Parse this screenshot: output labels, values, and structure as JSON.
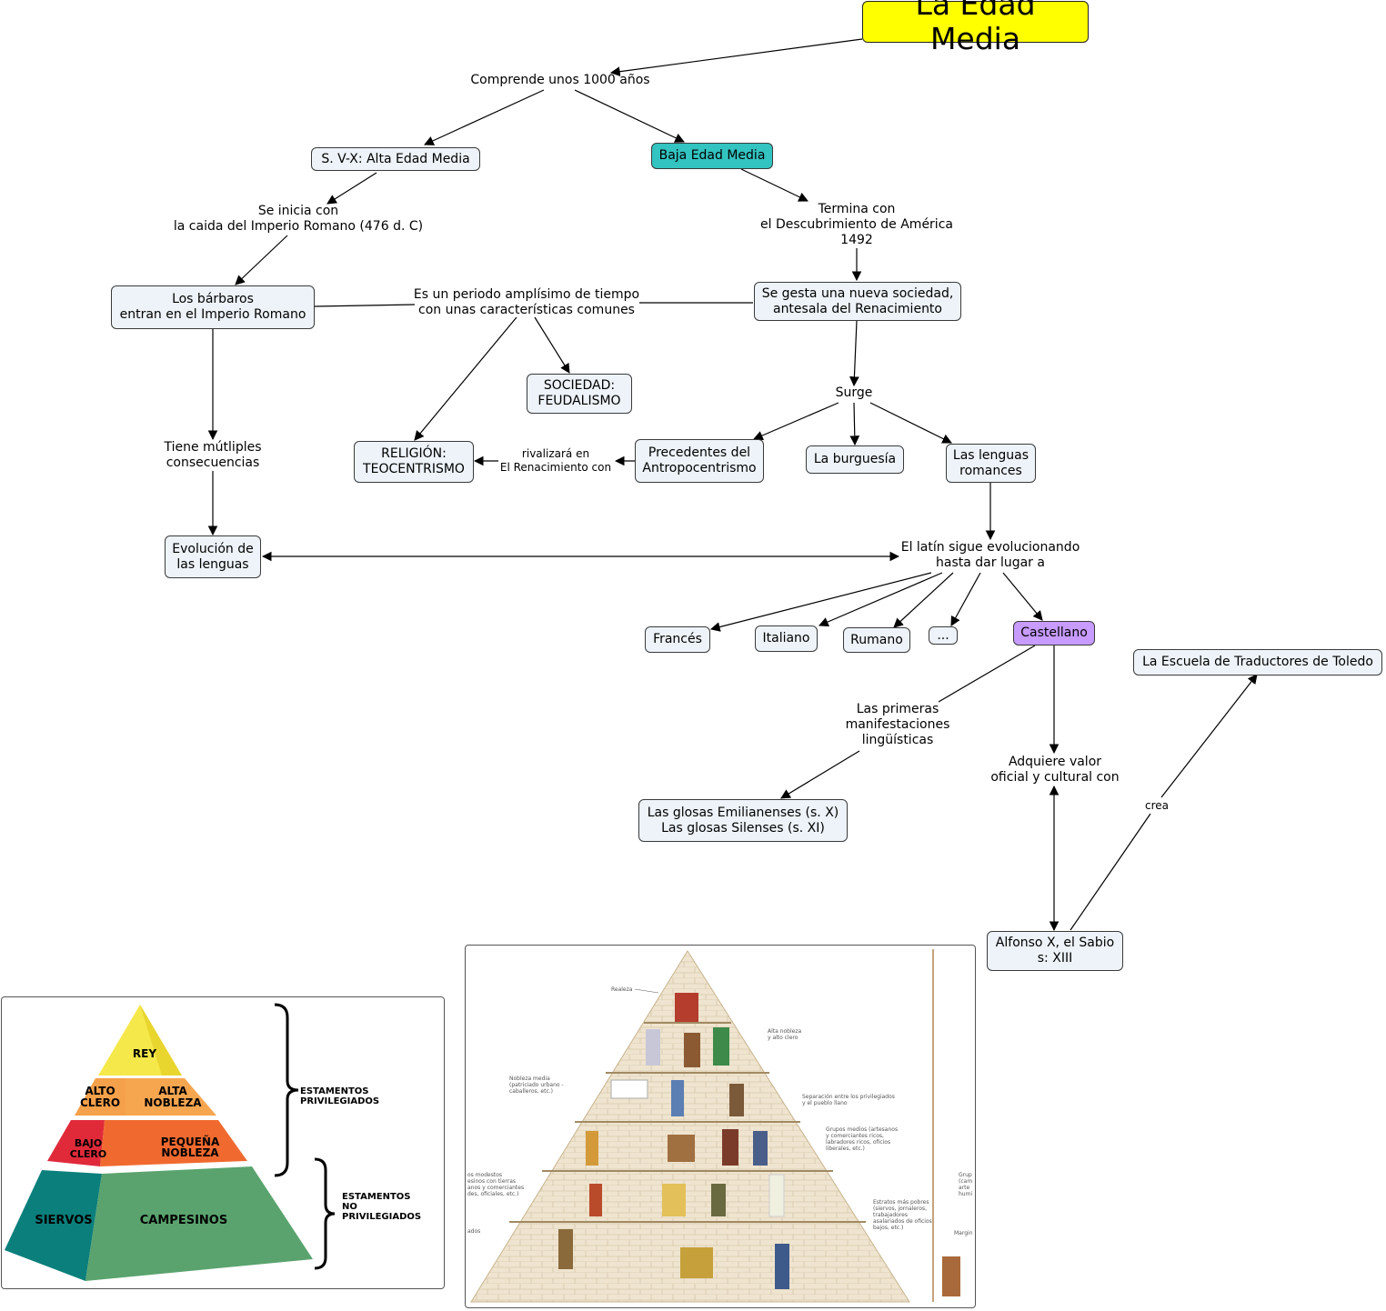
{
  "nodes": {
    "root": "La Edad Media",
    "alta": "S. V-X: Alta Edad Media",
    "baja": "Baja Edad Media",
    "barbaros": "Los bárbaros\nentran en el Imperio Romano",
    "nueva_sociedad": "Se gesta una nueva sociedad,\nantesala del Renacimiento",
    "sociedad": "SOCIEDAD:\nFEUDALISMO",
    "religion": "RELIGIÓN:\nTEOCENTRISMO",
    "precedentes": "Precedentes del\nAntropocentrismo",
    "burguesia": "La burguesía",
    "lenguas_romances": "Las lenguas\nromances",
    "evolucion": "Evolución de\nlas lenguas",
    "frances": "Francés",
    "italiano": "Italiano",
    "rumano": "Rumano",
    "etc": "...",
    "castellano": "Castellano",
    "escuela": "La Escuela de Traductores de Toledo",
    "glosas": "Las glosas Emilianenses (s. X)\nLas glosas Silenses (s. XI)",
    "alfonso": "Alfonso X, el Sabio\ns: XIII"
  },
  "links": {
    "comprende": "Comprende unos 1000 años",
    "se_inicia": "Se inicia con\nla caida del Imperio Romano (476 d. C)",
    "termina": "Termina con\nel Descubrimiento de América\n1492",
    "periodo": "Es un periodo amplísimo de tiempo\ncon unas características comunes",
    "surge": "Surge",
    "tiene": "Tiene mútliples\nconsecuencias",
    "rivalizara": "rivalizará en\nEl Renacimiento con",
    "latin": "El latín sigue evolucionando\nhasta dar lugar a",
    "primeras": "Las primeras\nmanifestaciones\nlingüísticas",
    "adquiere": "Adquiere valor\noficial y cultural con",
    "crea": "crea"
  },
  "pyramid_left": {
    "rey": "REY",
    "alto_clero": "ALTO\nCLERO",
    "alta_nobleza": "ALTA\nNOBLEZA",
    "bajo_clero": "BAJO\nCLERO",
    "pequena_nobleza": "PEQUEÑA\nNOBLEZA",
    "siervos": "SIERVOS",
    "campesinos": "CAMPESINOS",
    "privilegiados": "ESTAMENTOS\nPRIVILEGIADOS",
    "no_privilegiados": "ESTAMENTOS\nNO\nPRIVILEGIADOS"
  },
  "pyramid_right": {
    "realeza": "Realeza",
    "alta_nobleza": "Alta nobleza\ny alto clero",
    "nobleza_media": "Nobleza media\n(patriciado urbano -\ncaballeros, etc.)",
    "separacion": "Separación entre los privilegiados\ny el pueblo llano",
    "grupos_medios": "Grupos medios (artesanos\ny comerciantes ricos,\nlabradores ricos, oficios\nliberales, etc.)",
    "modestos": "os modestos\nesinos con tierras\nanos y comerciantes\ndes, oficiales, etc.)",
    "estratos": "Estratos más pobres\n(siervos, jornaleros,\ntrabajadores\nasalariados de oficios\nbajos, etc.)",
    "grup": "Grup\n(cam\narte\nhumi",
    "margin": "Margin",
    "ados": "ados"
  },
  "colors": {
    "node_fill": "#edf3f8",
    "root_fill": "#ffff00",
    "teal_fill": "#33c3c0",
    "violet_fill": "#c79bff",
    "rey": "#f5e84a",
    "orange_light": "#f5a04a",
    "orange": "#f06a30",
    "red": "#e02a3a",
    "teal_dark": "#0b7f7c",
    "green": "#5aa36e"
  }
}
